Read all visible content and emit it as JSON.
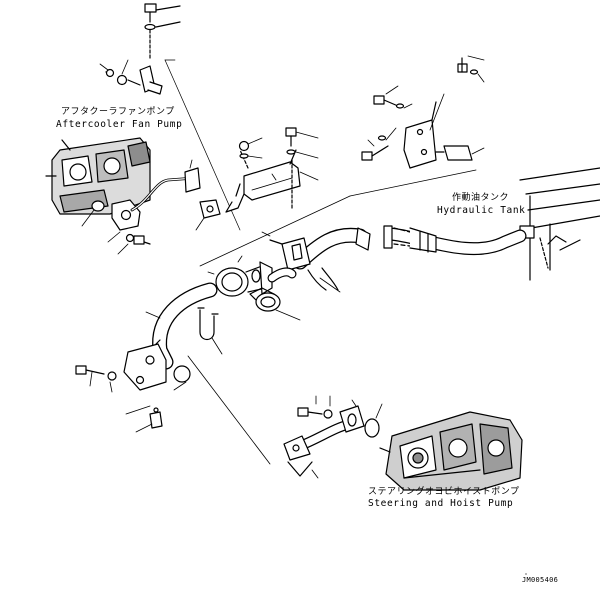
{
  "labels": {
    "aftercooler_jp": "アフタクーラファンポンプ",
    "aftercooler_en": "Aftercooler Fan Pump",
    "hydraulic_jp": "作動油タンク",
    "hydraulic_en": "Hydraulic Tank",
    "steering_jp": "ステアリングオヨビホイストポンプ",
    "steering_en": "Steering and Hoist Pump",
    "drawing_code": "JM005406"
  },
  "colors": {
    "ink": "#000000",
    "paper": "#ffffff",
    "pump_fill": "#d9d9d9"
  }
}
